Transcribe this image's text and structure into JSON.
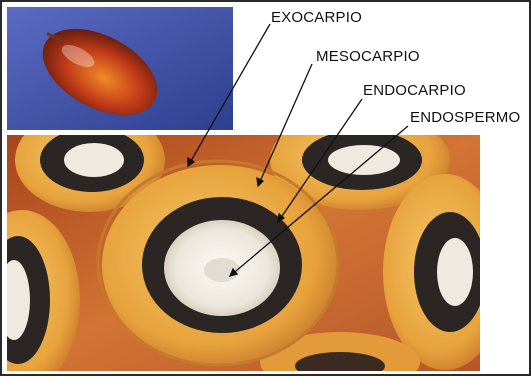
{
  "labels": {
    "exocarp": "EXOCARPIO",
    "mesocarp": "MESOCARPIO",
    "endocarp": "ENDOCARPIO",
    "endosperm": "ENDOSPERMO"
  },
  "colors": {
    "photo_background": "#c96a2a",
    "fruit_skin_red": "#b3261a",
    "inset_background": "#3a4fa8",
    "mesocarp_yellow": "#e9a93a",
    "endocarp_dark": "#2b2623",
    "endosperm_white": "#f4f1ea",
    "leader_line": "#111111"
  }
}
